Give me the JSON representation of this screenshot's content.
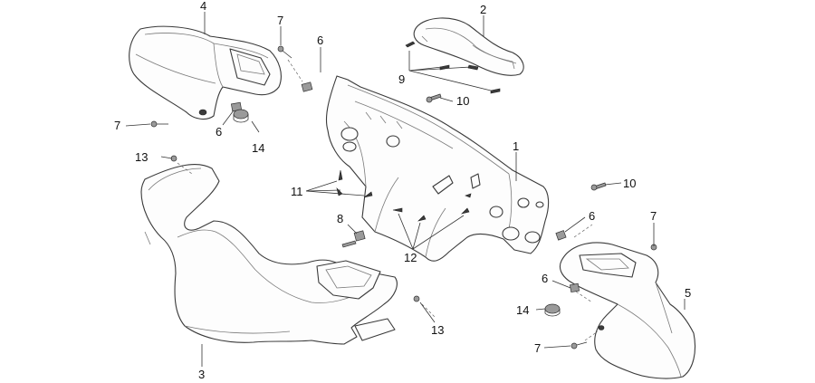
{
  "callouts": {
    "c1": "1",
    "c2": "2",
    "c3": "3",
    "c4": "4",
    "c5": "5",
    "c6a": "6",
    "c6b": "6",
    "c6c": "6",
    "c6d": "6",
    "c7a": "7",
    "c7b": "7",
    "c7c": "7",
    "c7d": "7",
    "c8": "8",
    "c9": "9",
    "c10a": "10",
    "c10b": "10",
    "c11": "11",
    "c12": "12",
    "c13a": "13",
    "c13b": "13",
    "c14a": "14",
    "c14b": "14"
  }
}
